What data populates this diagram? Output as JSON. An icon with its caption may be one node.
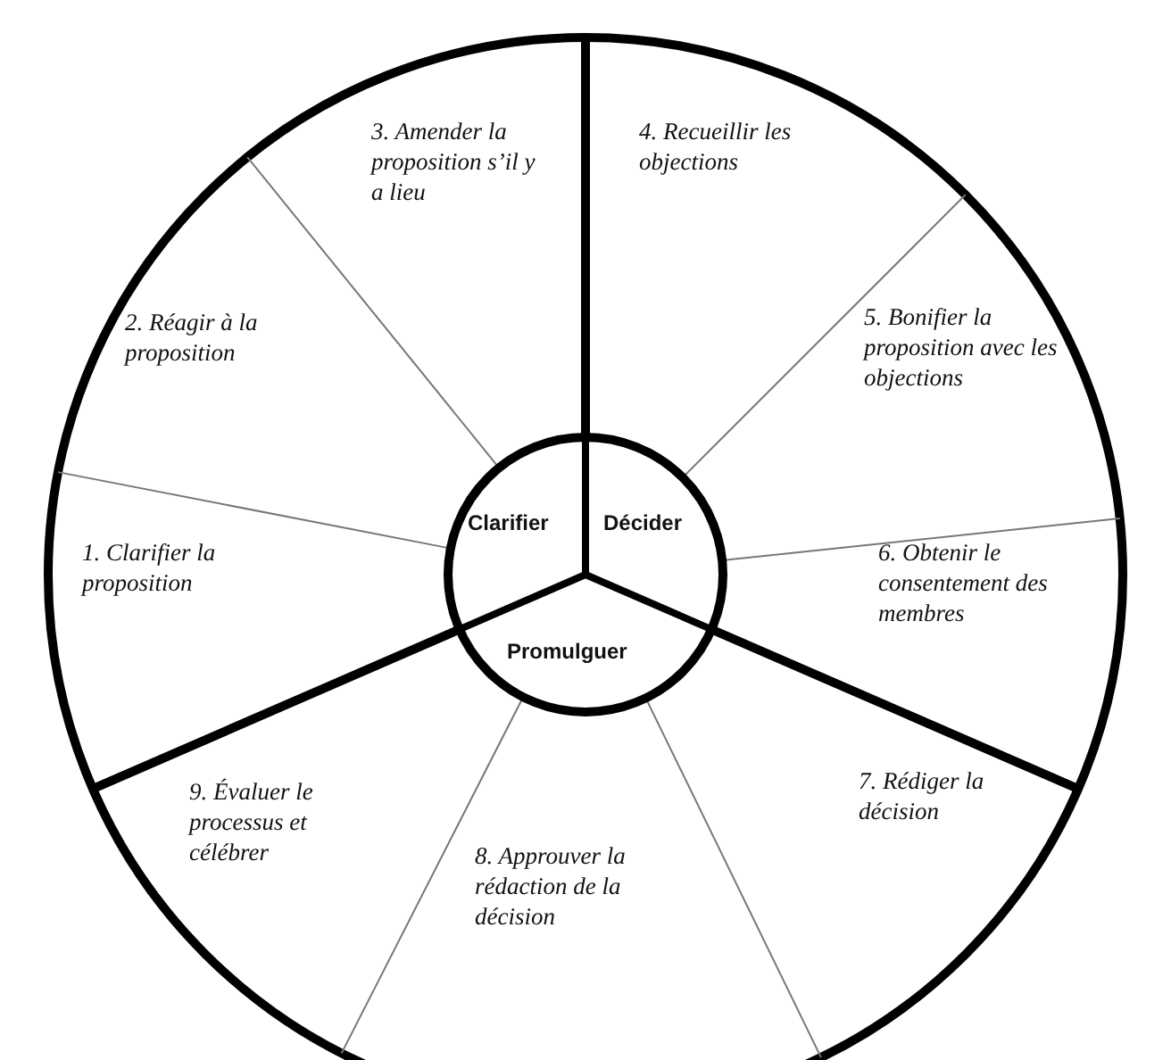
{
  "diagram": {
    "nodes": [
      {
        "text": [
          "Clarifier"
        ]
      },
      {
        "text": [
          "Décider"
        ]
      },
      {
        "text": [
          "Promulguer"
        ]
      },
      {
        "text": [
          "1. Clarifier la proposition"
        ]
      },
      {
        "text": [
          "2. Réagir à la proposition"
        ]
      },
      {
        "text": [
          "3. Amender la proposition s’il y a lieu"
        ]
      },
      {
        "text": [
          "4. Recueillir les objections"
        ]
      },
      {
        "text": [
          "5. Bonifier la proposition avec les objections"
        ]
      },
      {
        "text": [
          "6. Obtenir le consentement des membres"
        ]
      },
      {
        "text": [
          "7. Rédiger la décision"
        ]
      },
      {
        "text": [
          "8. Approuver la rédaction de la décision"
        ]
      },
      {
        "text": [
          "9. Évaluer le processus et célébrer"
        ]
      }
    ]
  }
}
